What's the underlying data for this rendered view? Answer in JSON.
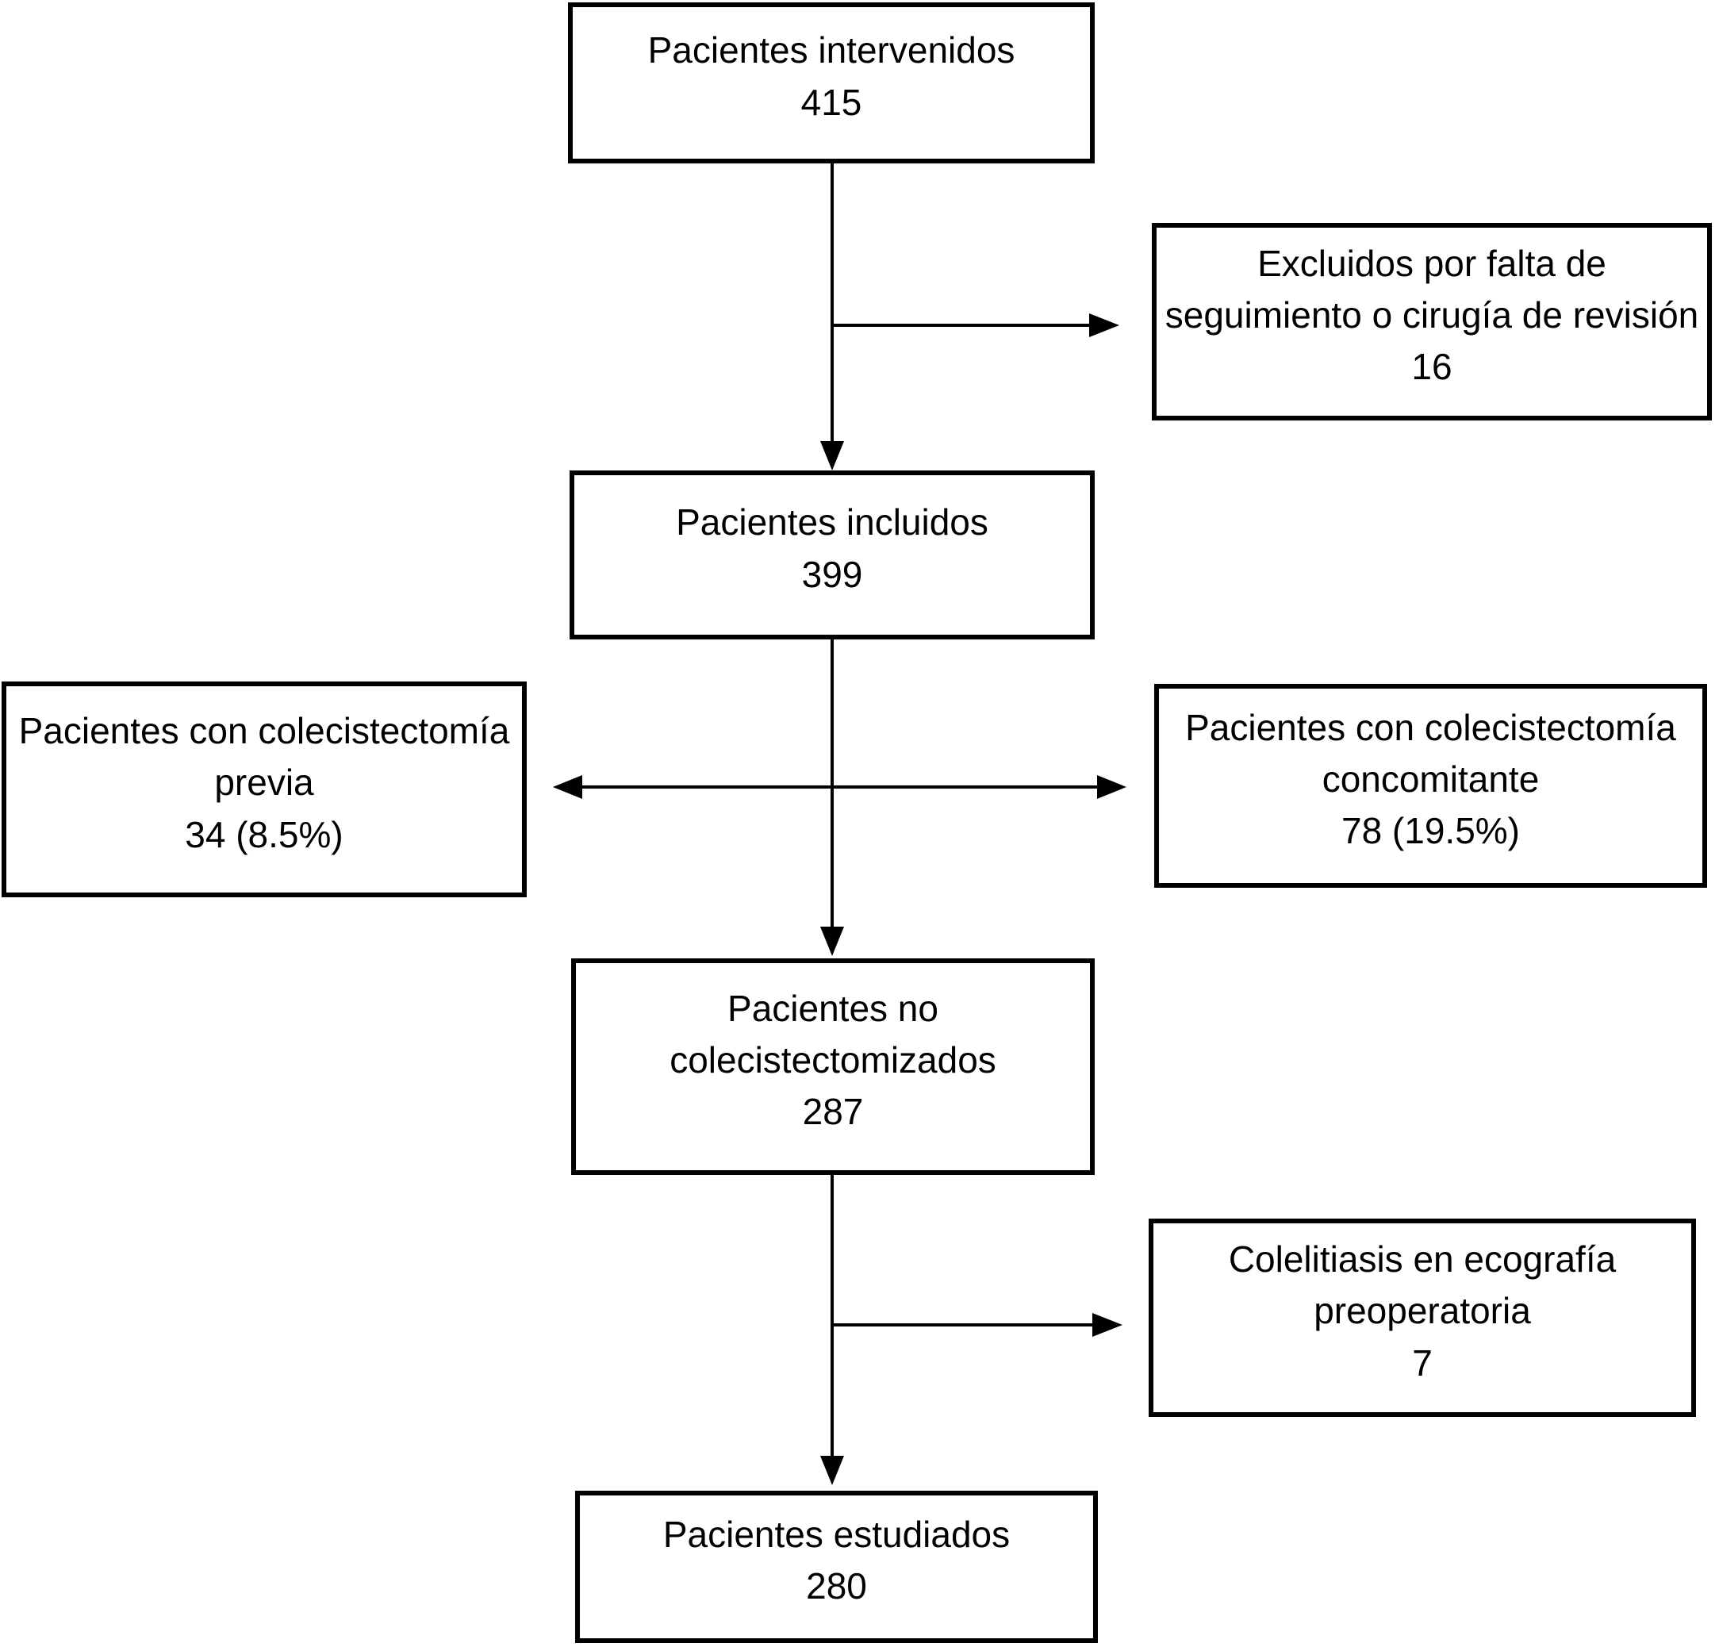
{
  "diagram": {
    "type": "flowchart",
    "language": "es",
    "colors": {
      "line": "#000000",
      "text": "#000000",
      "background": "#ffffff"
    },
    "nodes": {
      "intervenidos": {
        "lines": [
          "Pacientes intervenidos",
          "415"
        ],
        "label": "Pacientes intervenidos",
        "value": 415
      },
      "excluidos": {
        "lines": [
          "Excluidos por falta de",
          "seguimiento o cirugía de revisión",
          "16"
        ],
        "label": "Excluidos por falta de seguimiento o cirugía de revisión",
        "value": 16
      },
      "incluidos": {
        "lines": [
          "Pacientes incluidos",
          "399"
        ],
        "label": "Pacientes incluidos",
        "value": 399
      },
      "previa": {
        "lines": [
          "Pacientes con colecistectomía",
          "previa",
          "34 (8.5%)"
        ],
        "label": "Pacientes con colecistectomía previa",
        "value": "34 (8.5%)"
      },
      "concomitante": {
        "lines": [
          "Pacientes con colecistectomía",
          "concomitante",
          "78 (19.5%)"
        ],
        "label": "Pacientes con colecistectomía concomitante",
        "value": "78 (19.5%)"
      },
      "no_colecistectomizados": {
        "lines": [
          "Pacientes no",
          "colecistectomizados",
          "287"
        ],
        "label": "Pacientes no colecistectomizados",
        "value": 287
      },
      "colelitiasis": {
        "lines": [
          "Colelitiasis en ecografía",
          "preoperatoria",
          "7"
        ],
        "label": "Colelitiasis en ecografía preoperatoria",
        "value": 7
      },
      "estudiados": {
        "lines": [
          "Pacientes estudiados",
          "280"
        ],
        "label": "Pacientes estudiados",
        "value": 280
      }
    },
    "edges": [
      {
        "from": "intervenidos",
        "to": "incluidos",
        "type": "arrow-down"
      },
      {
        "from": "intervenidos",
        "to": "excluidos",
        "type": "arrow-right-branch"
      },
      {
        "from": "incluidos",
        "to": "no_colecistectomizados",
        "type": "arrow-down"
      },
      {
        "from": "incluidos",
        "to": "previa",
        "type": "arrow-left-branch"
      },
      {
        "from": "incluidos",
        "to": "concomitante",
        "type": "arrow-right-branch"
      },
      {
        "from": "no_colecistectomizados",
        "to": "estudiados",
        "type": "arrow-down"
      },
      {
        "from": "no_colecistectomizados",
        "to": "colelitiasis",
        "type": "arrow-right-branch"
      }
    ]
  }
}
